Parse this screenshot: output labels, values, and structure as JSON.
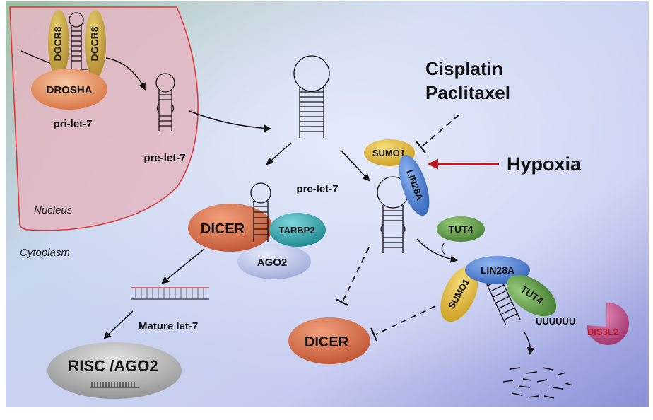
{
  "labels": {
    "dgcr8_left": "DGCR8",
    "dgcr8_right": "DGCR8",
    "drosha": "DROSHA",
    "pri_let7": "pri-let-7",
    "pre_let7_nucleus": "pre-let-7",
    "nucleus": "Nucleus",
    "cytoplasm": "Cytoplasm",
    "pre_let7_center": "pre-let-7",
    "dicer_main": "DICER",
    "tarbp2": "TARBP2",
    "ago2": "AGO2",
    "mature_let7": "Mature let-7",
    "risc": "RISC /AGO2",
    "cisplatin": "Cisplatin",
    "paclitaxel": "Paclitaxel",
    "hypoxia": "Hypoxia",
    "sumo1_top": "SUMO1",
    "lin28a_top": "LIN28A",
    "tut4_top": "TUT4",
    "lin28a_complex": "LIN28A",
    "sumo1_complex": "SUMO1",
    "tut4_complex": "TUT4",
    "uridine_tail": "UUUUUU",
    "dis3l2": "DIS3L2",
    "dicer_blocked": "DICER"
  },
  "colors": {
    "nucleus_fill": "#e3b6c2",
    "nucleus_border": "#e0312f",
    "hypoxia_arrow": "#c0191f",
    "dgcr8": "#c9a43a",
    "drosha": "#e58a55",
    "dicer": "#d96a44",
    "tarbp2": "#1fa7b0",
    "ago2": "#b9c5e6",
    "sumo1": "#e6b92a",
    "lin28a": "#4a7fd0",
    "tut4": "#4f8a3a",
    "dis3l2": "#b83a7a",
    "risc": "#9a9a9a"
  }
}
